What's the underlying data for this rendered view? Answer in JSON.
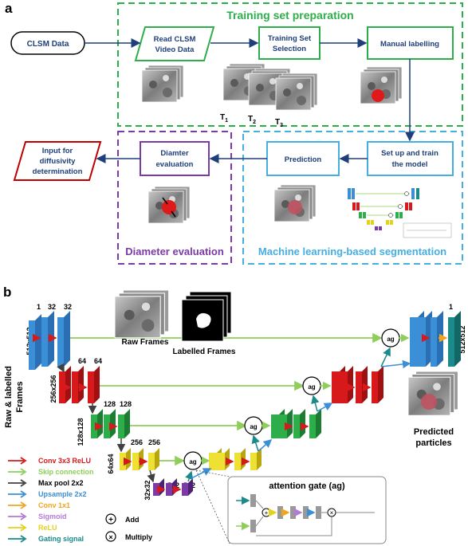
{
  "panel_a": {
    "label": "a",
    "training_title": "Training set preparation",
    "ml_title": "Machine learning-based segmentation",
    "diam_title": "Diameter evaluation",
    "clsm_data": "CLSM Data",
    "read_l1": "Read CLSM",
    "read_l2": "Video Data",
    "ts_l1": "Training Set",
    "ts_l2": "Selection",
    "manual": "Manual labelling",
    "setup_l1": "Set up and train",
    "setup_l2": "the model",
    "prediction": "Prediction",
    "diam_l1": "Diamter",
    "diam_l2": "evaluation",
    "input_l1": "Input for",
    "input_l2": "diffusivity",
    "input_l3": "determination",
    "t1": "T",
    "t1_sub": "1",
    "t2": "T",
    "t2_sub": "2",
    "t3": "T",
    "t3_sub": "3"
  },
  "panel_b": {
    "label": "b",
    "ch_1": "1",
    "ch_32a": "32",
    "ch_32b": "32",
    "ch_64a": "64",
    "ch_64b": "64",
    "ch_128a": "128",
    "ch_128b": "128",
    "ch_256a": "256",
    "ch_256b": "256",
    "ch_512a": "512",
    "ch_512b": "512",
    "ch_out": "1",
    "res_512": "512x512",
    "res_256": "256x256",
    "res_128": "128x128",
    "res_64": "64x64",
    "res_32": "32x32",
    "res_out": "512x512",
    "raw_frames": "Raw Frames",
    "labelled_frames": "Labelled Frames",
    "side_l1": "Raw & labelled",
    "side_l2": "Frames",
    "predicted_l1": "Predicted",
    "predicted_l2": "particles",
    "ag": "ag",
    "ag_title": "attention gate (ag)",
    "legend": [
      {
        "label": "Conv 3x3 ReLU",
        "color": "#d7191c"
      },
      {
        "label": "Skip connection",
        "color": "#8fce5a"
      },
      {
        "label": "Max pool 2x2",
        "color": "#404040"
      },
      {
        "label": "Upsample 2x2",
        "color": "#3a8fd6"
      },
      {
        "label": "Conv 1x1",
        "color": "#f2a41f"
      },
      {
        "label": "Sigmoid",
        "color": "#b57ad8"
      },
      {
        "label": "ReLU",
        "color": "#e5d21a"
      },
      {
        "label": "Gating signal",
        "color": "#1a8a8a"
      }
    ],
    "add": "Add",
    "multiply": "Multiply"
  }
}
